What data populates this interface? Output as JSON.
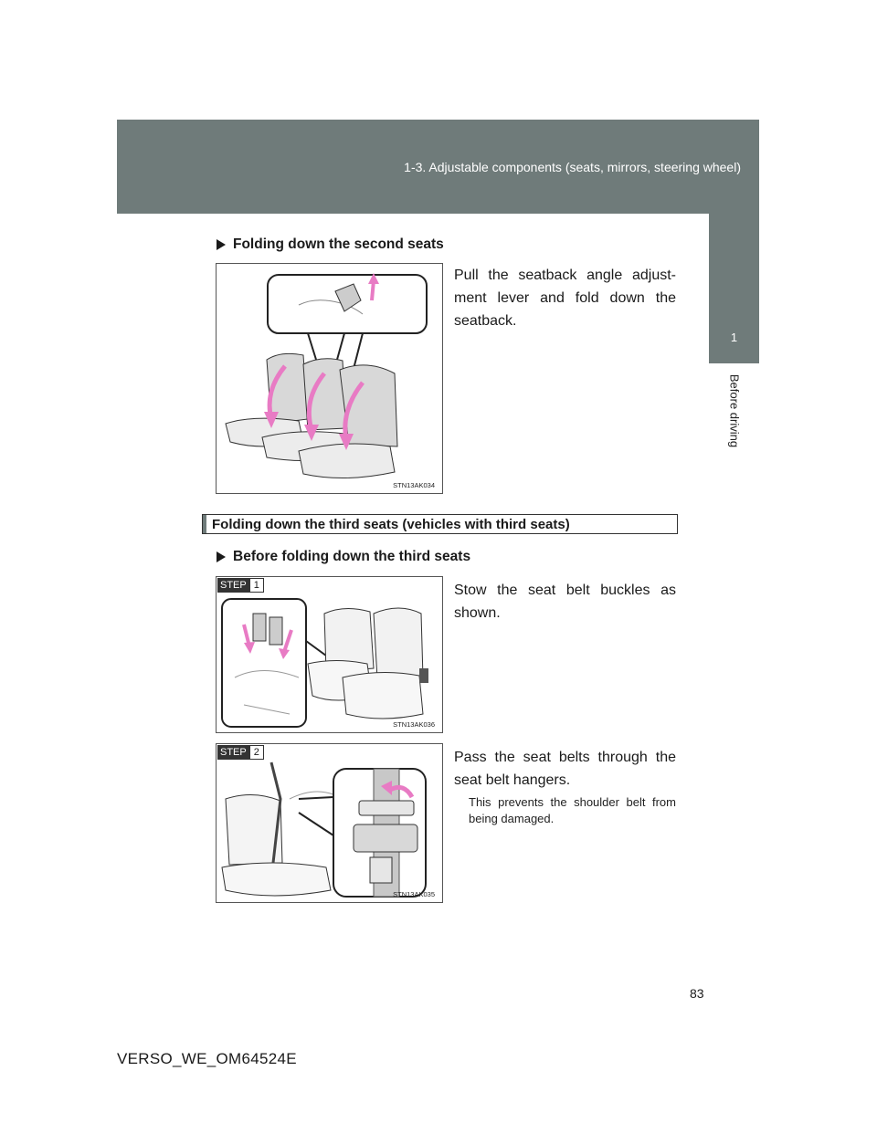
{
  "header": {
    "title": "1-3. Adjustable components (seats, mirrors, steering wheel)"
  },
  "side_tab": {
    "number": "1",
    "label": "Before driving"
  },
  "sections": [
    {
      "bullet_heading": "Folding down the second seats",
      "text": "Pull the seatback angle adjust-ment lever and fold down the seatback.",
      "figure_code": "STN13AK034"
    }
  ],
  "section_heading": "Folding down the third seats (vehicles with third seats)",
  "subsection": {
    "bullet_heading": "Before folding down the third seats",
    "steps": [
      {
        "step_label": "STEP",
        "step_number": "1",
        "text": "Stow the seat belt buckles as shown.",
        "note": "",
        "figure_code": "STN13AK036"
      },
      {
        "step_label": "STEP",
        "step_number": "2",
        "text": "Pass the seat belts through the seat belt hangers.",
        "note": "This prevents the shoulder belt from being damaged.",
        "figure_code": "STN13AK035"
      }
    ]
  },
  "footer": {
    "page_number": "83",
    "doc_code": "VERSO_WE_OM64524E"
  },
  "colors": {
    "header": "#6f7b7a",
    "arrow": "#e87bc4"
  }
}
